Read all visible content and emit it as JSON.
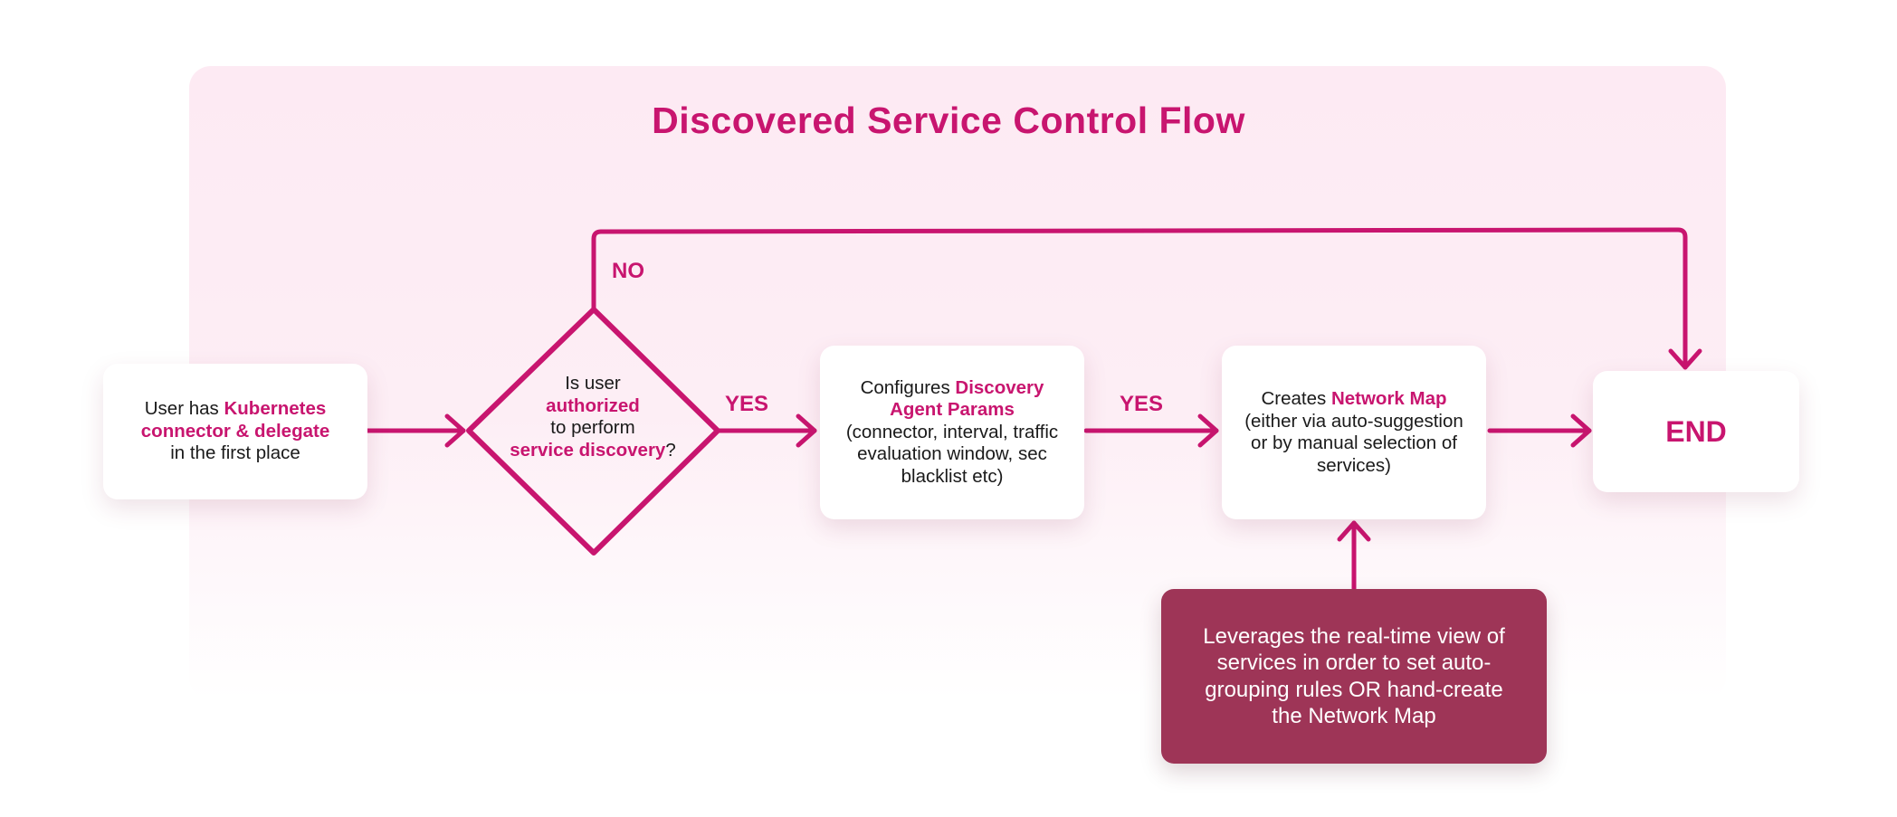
{
  "title": "Discovered Service Control Flow",
  "colors": {
    "accent": "#c8156f",
    "note_bg": "#9e3557",
    "panel_bg": "#fdeaf3"
  },
  "nodes": {
    "start": {
      "pre": "User has ",
      "highlight": "Kubernetes connector & delegate",
      "post": "in the first place"
    },
    "decision": {
      "line1": "Is user",
      "highlight1": "authorized",
      "line2": "to perform",
      "highlight2": "service discovery",
      "post": "?"
    },
    "configure": {
      "pre": "Configures ",
      "highlight": "Discovery Agent Params",
      "post": "(connector, interval, traffic evaluation window, sec blacklist etc)"
    },
    "create": {
      "pre": "Creates ",
      "highlight": "Network Map",
      "post": "(either via auto-suggestion or by manual selection of services)"
    },
    "end": {
      "label": "END"
    },
    "note": {
      "text": "Leverages the real-time view of services in order to set auto-grouping rules OR hand-create the Network Map"
    }
  },
  "edges": {
    "no_label": "NO",
    "yes_label_1": "YES",
    "yes_label_2": "YES"
  }
}
